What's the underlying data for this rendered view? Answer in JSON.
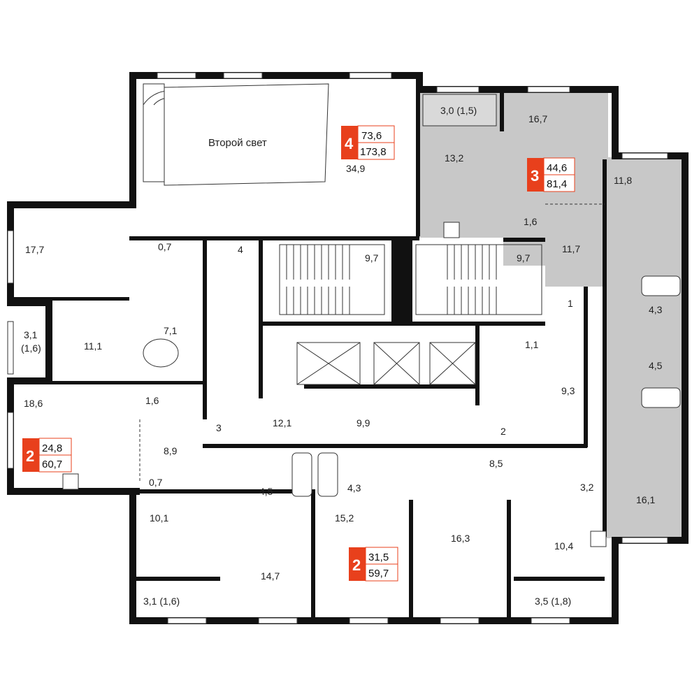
{
  "colors": {
    "wall": "#111111",
    "highlight": "#c8c8c8",
    "badge": "#e8401c",
    "background": "#ffffff"
  },
  "apartments": [
    {
      "rooms": "4",
      "living_area": "73,6",
      "total_area": "173,8"
    },
    {
      "rooms": "3",
      "living_area": "44,6",
      "total_area": "81,4"
    },
    {
      "rooms": "2",
      "living_area": "24,8",
      "total_area": "60,7"
    },
    {
      "rooms": "2",
      "living_area": "31,5",
      "total_area": "59,7"
    }
  ],
  "rooms": {
    "second_light": "Второй свет",
    "r34_9": "34,9",
    "r3_0": "3,0 (1,5)",
    "r16_7": "16,7",
    "r13_2": "13,2",
    "r11_8": "11,8",
    "r1_6_top": "1,6",
    "r11_7": "11,7",
    "r17_7": "17,7",
    "r0_7_top": "0,7",
    "c4": "4",
    "r9_7_a": "9,7",
    "r9_7_b": "9,7",
    "c1": "1",
    "r4_3_right": "4,3",
    "r4_5_right": "4,5",
    "r3_1_left": "3,1",
    "r3_1_left_sub": "(1,6)",
    "r11_1": "11,1",
    "r7_1": "7,1",
    "r1_1": "1,1",
    "r9_3": "9,3",
    "r18_6": "18,6",
    "r1_6_mid": "1,6",
    "c3": "3",
    "r12_1": "12,1",
    "r9_9": "9,9",
    "c2": "2",
    "r8_9": "8,9",
    "r8_5": "8,5",
    "r0_7_low": "0,7",
    "r4_5_low": "4,5",
    "r4_3_low": "4,3",
    "r3_2": "3,2",
    "r16_1": "16,1",
    "r10_1": "10,1",
    "r15_2": "15,2",
    "r16_3": "16,3",
    "r10_4": "10,4",
    "r14_7": "14,7",
    "r3_1_bottom": "3,1 (1,6)",
    "r3_5": "3,5 (1,8)"
  }
}
